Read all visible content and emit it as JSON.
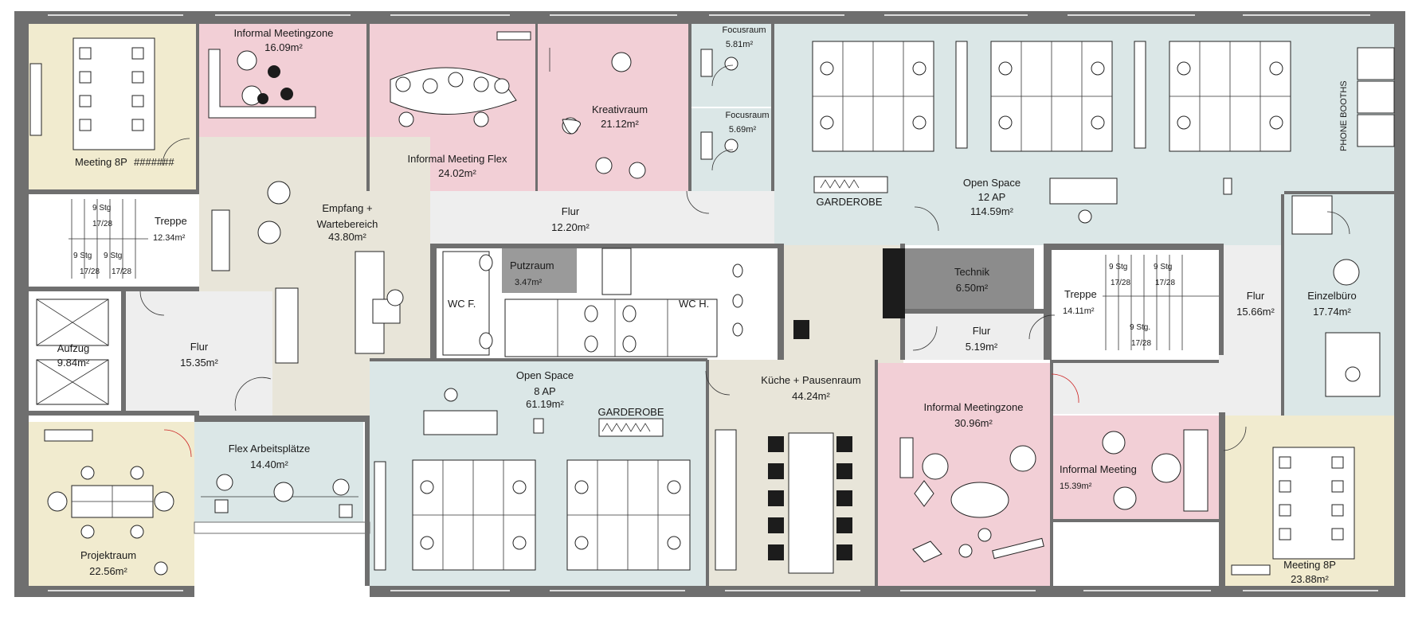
{
  "rooms": {
    "meeting8p_top": {
      "name": "Meeting 8P",
      "extra": "#######"
    },
    "informal_meetingzone_top": {
      "name": "Informal Meetingzone",
      "area": "16.09m²"
    },
    "informal_meeting_flex": {
      "name": "Informal Meeting Flex",
      "area": "24.02m²"
    },
    "kreativraum": {
      "name": "Kreativraum",
      "area": "21.12m²"
    },
    "focusraum_1": {
      "name": "Focusraum",
      "area": "5.81m²"
    },
    "focusraum_2": {
      "name": "Focusraum",
      "area": "5.69m²"
    },
    "open_space_top": {
      "name": "Open Space",
      "seats": "12 AP",
      "area": "114.59m²"
    },
    "garderobe_top": {
      "name": "GARDEROBE"
    },
    "phone_booths": {
      "name": "PHONE BOOTHS"
    },
    "treppe_left": {
      "name": "Treppe",
      "area": "12.34m²",
      "stg1": "9 Stg",
      "step1": "17/28",
      "stg2": "9 Stg",
      "stg3": "9 Stg",
      "step2": "17/28",
      "step3": "17/28"
    },
    "empfang": {
      "name1": "Empfang +",
      "name2": "Wartebereich",
      "area": "43.80m²"
    },
    "flur_top": {
      "name": "Flur",
      "area": "12.20m²"
    },
    "putzraum": {
      "name": "Putzraum",
      "area": "3.47m²"
    },
    "wc_f": {
      "name": "WC F."
    },
    "wc_h": {
      "name": "WC H."
    },
    "technik": {
      "name": "Technik",
      "area": "6.50m²"
    },
    "flur_small": {
      "name": "Flur",
      "area": "5.19m²"
    },
    "treppe_right": {
      "name": "Treppe",
      "area": "14.11m²",
      "stg1": "9 Stg",
      "stg2": "9 Stg",
      "stg3": "9 Stg.",
      "step1": "17/28",
      "step2": "17/28",
      "step3": "17/28"
    },
    "flur_right": {
      "name": "Flur",
      "area": "15.66m²"
    },
    "einzelbuero": {
      "name": "Einzelbüro",
      "area": "17.74m²"
    },
    "aufzug": {
      "name": "Aufzug",
      "area": "9.84m²"
    },
    "flur_left": {
      "name": "Flur",
      "area": "15.35m²"
    },
    "open_space_bottom": {
      "name": "Open Space",
      "seats": "8 AP",
      "area": "61.19m²"
    },
    "garderobe_bottom": {
      "name": "GARDEROBE"
    },
    "kueche": {
      "name": "Küche + Pausenraum",
      "area": "44.24m²"
    },
    "informal_meetingzone_bottom": {
      "name": "Informal Meetingzone",
      "area": "30.96m²"
    },
    "informal_meeting": {
      "name": "Informal Meeting",
      "area": "15.39m²"
    },
    "meeting8p_bottom": {
      "name": "Meeting 8P",
      "area": "23.88m²"
    },
    "flex_arbeitsplaetze": {
      "name": "Flex Arbeitsplätze",
      "area": "14.40m²"
    },
    "projektraum": {
      "name": "Projektraum",
      "area": "22.56m²"
    }
  },
  "colors": {
    "meeting": "#f1ebcf",
    "informal": "#f2cfd6",
    "openspace": "#dbe7e7",
    "corridor": "#eeeeee",
    "reception": "#e8e5d9",
    "wall": "#6f6f6f",
    "technik": "#8c8c8c",
    "putz": "#9a9a9a"
  }
}
